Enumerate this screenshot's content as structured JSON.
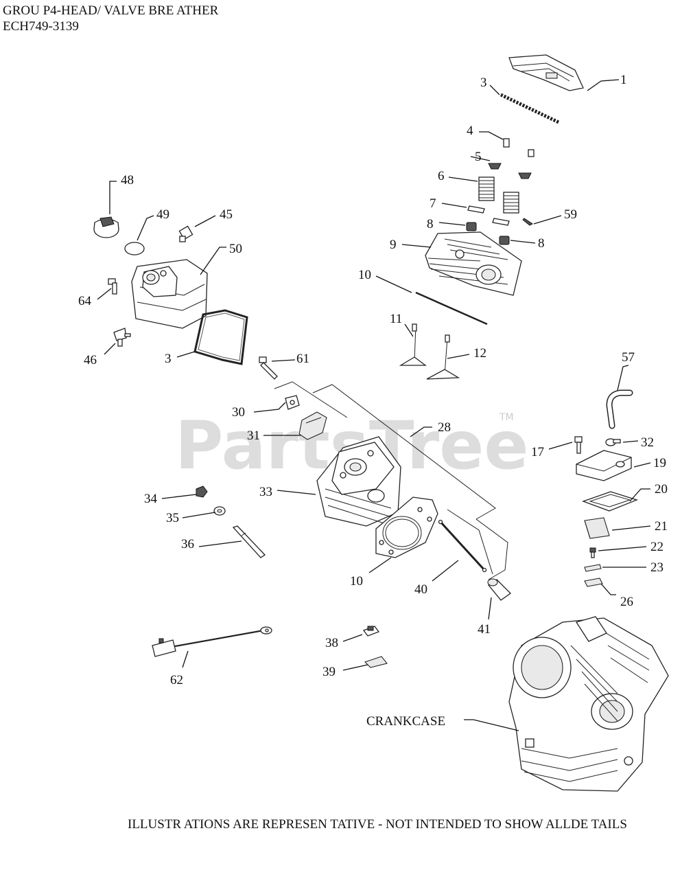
{
  "header": {
    "line1": "GROU P4-HEAD/  VALVE BRE ATHER",
    "line2": "ECH749-3139"
  },
  "footer": {
    "note": "ILLUSTR ATIONS  ARE REPRESEN   TATIVE - NOT INTENDED  TO SHOW  ALLDE TAILS"
  },
  "watermark": {
    "text": "PartsTree",
    "tm": "TM"
  },
  "callouts": {
    "p1": "1",
    "p3a": "3",
    "p4": "4",
    "p5": "5",
    "p6": "6",
    "p7": "7",
    "p8a": "8",
    "p8b": "8",
    "p59": "59",
    "p9": "9",
    "p10a": "10",
    "p11": "11",
    "p12": "12",
    "p48": "48",
    "p49": "49",
    "p45": "45",
    "p50": "50",
    "p64": "64",
    "p46": "46",
    "p3b": "3",
    "p61": "61",
    "p57": "57",
    "p30": "30",
    "p28": "28",
    "p31": "31",
    "p17": "17",
    "p32": "32",
    "p19": "19",
    "p33": "33",
    "p20": "20",
    "p34": "34",
    "p35": "35",
    "p21": "21",
    "p36": "36",
    "p22": "22",
    "p23": "23",
    "p10b": "10",
    "p40": "40",
    "p26": "26",
    "p41": "41",
    "p38": "38",
    "p62": "62",
    "p39": "39",
    "crankcase": "CRANKCASE"
  }
}
